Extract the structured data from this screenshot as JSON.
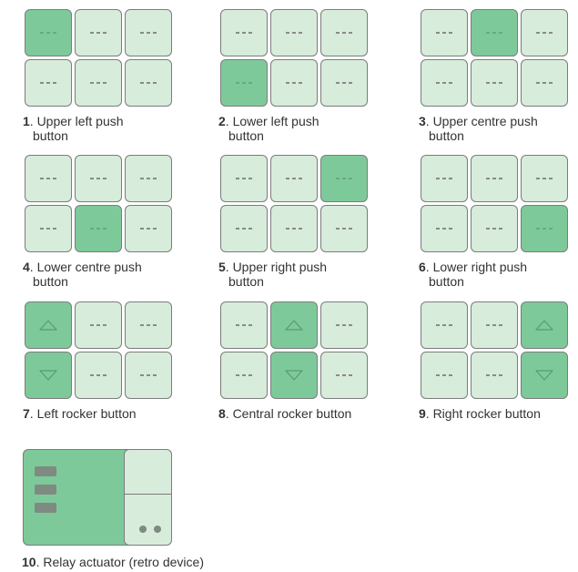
{
  "colors": {
    "cell_idle": "#d7ecdb",
    "cell_active": "#7ec99a",
    "border": "#7c7c7c",
    "dash": "#8a8a8a",
    "relay_parts": "#7f8a82"
  },
  "icons": {
    "dash": "dash-icon",
    "up": "arrow-up-icon",
    "down": "arrow-down-icon"
  },
  "configs": [
    {
      "number": "1",
      "line1": ". Upper left push",
      "line2": "button",
      "active": [
        0
      ]
    },
    {
      "number": "2",
      "line1": ". Lower left push",
      "line2": "button",
      "active": [
        3
      ]
    },
    {
      "number": "3",
      "line1": ". Upper centre push",
      "line2": "button",
      "active": [
        1
      ]
    },
    {
      "number": "4",
      "line1": ". Lower centre push",
      "line2": "button",
      "active": [
        4
      ]
    },
    {
      "number": "5",
      "line1": ". Upper right push",
      "line2": "button",
      "active": [
        2
      ]
    },
    {
      "number": "6",
      "line1": ". Lower right push",
      "line2": "button",
      "active": [
        5
      ]
    },
    {
      "number": "7",
      "line1": ". Left rocker button",
      "line2": "",
      "rocker_column": 0
    },
    {
      "number": "8",
      "line1": ". Central rocker button",
      "line2": "",
      "rocker_column": 1
    },
    {
      "number": "9",
      "line1": ". Right rocker button",
      "line2": "",
      "rocker_column": 2
    }
  ],
  "relay": {
    "number": "10",
    "text": ". Relay actuator (retro device)"
  }
}
